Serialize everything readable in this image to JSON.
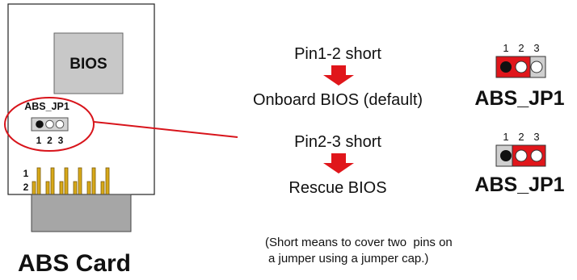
{
  "card": {
    "bios_label": "BIOS",
    "jumper_label": "ABS_JP1",
    "pin_numbers": [
      "1",
      "2",
      "3"
    ],
    "row_labels": [
      "1",
      "2"
    ],
    "title": "ABS Card"
  },
  "settings": [
    {
      "condition": "Pin1-2 short",
      "result": "Onboard BIOS (default)",
      "jumper_label": "ABS_JP1",
      "pin_numbers": [
        "1",
        "2",
        "3"
      ],
      "shorted_pins": [
        1,
        2
      ]
    },
    {
      "condition": "Pin2-3 short",
      "result": "Rescue BIOS",
      "jumper_label": "ABS_JP1",
      "pin_numbers": [
        "1",
        "2",
        "3"
      ],
      "shorted_pins": [
        2,
        3
      ]
    }
  ],
  "note": {
    "line1": "(Short means to cover two  pins on",
    "line2": "a jumper using a jumper cap.)"
  },
  "colors": {
    "chip_gray": "#c8c8c8",
    "jumper_cap_red": "#e0161b",
    "callout_red": "#d8141b",
    "gold_pin": "#d8a919",
    "connector_gray": "#a6a6a6"
  }
}
